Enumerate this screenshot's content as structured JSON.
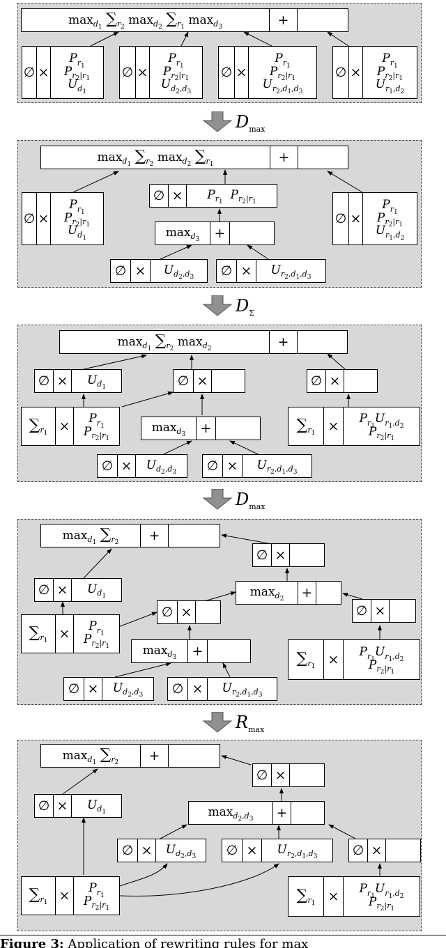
{
  "operators": [
    {
      "name": "D",
      "sub": "max"
    },
    {
      "name": "D",
      "sub": "Σ"
    },
    {
      "name": "D",
      "sub": "max"
    },
    {
      "name": "R",
      "sub": "max"
    }
  ],
  "symbols": {
    "empty": "∅",
    "times": "×",
    "plus": "+",
    "max": "max",
    "sum": "∑"
  },
  "caption": {
    "label": "Figure 3:",
    "text": "Application of rewriting rules for max"
  },
  "colors": {
    "panel": "#d8d8d8",
    "node": "#ffffff",
    "arrow_head": "#000000",
    "op_arrow": "#909090"
  }
}
